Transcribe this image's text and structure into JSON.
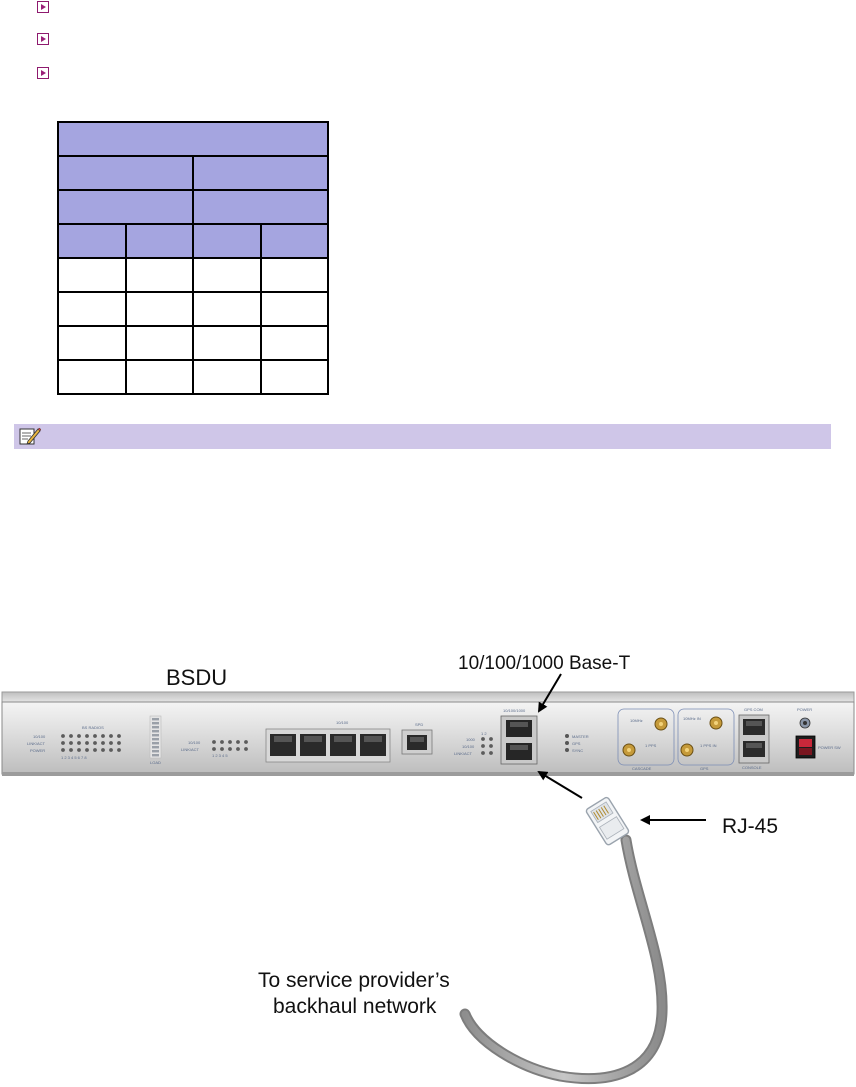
{
  "figure": {
    "device_label": "BSDU",
    "port_label": "10/100/1000 Base-T",
    "connector_label": "RJ-45",
    "cable_label_line1": "To service provider’s",
    "cable_label_line2": "backhaul network",
    "panel_labels": {
      "bs_radios": "BS RADIOS",
      "row_1000": "10/100",
      "row_linkact": "LINK/ACT",
      "row_power": "POWER",
      "radio_numbers": "1 2 3 4 5 6 7 8",
      "load": "LOAD",
      "switch_100": "10/100",
      "switch_linkact": "LINK/ACT",
      "switch_numbers": "1 2 3 4 5",
      "ports_title": "10/100",
      "spd": "SPD",
      "gbe_1000": "1000",
      "gbe_100": "10/100",
      "gbe_linkact": "LINK/ACT",
      "gbe_numbers": "1 2",
      "gbe_title": "10/100/1000",
      "master": "MASTER",
      "gps": "GPS",
      "sync": "SYNC",
      "ref_10mhz": "10MHz",
      "ref_1pps": "1 PPS",
      "cascade": "CASCADE",
      "gps_10mhz": "10MHz IN",
      "gps_1pps": "1 PPS IN",
      "gps_group": "GPS",
      "gps_com": "GPS COM",
      "console": "CONSOLE",
      "power": "POWER",
      "power_switch": "POWER SW"
    }
  }
}
